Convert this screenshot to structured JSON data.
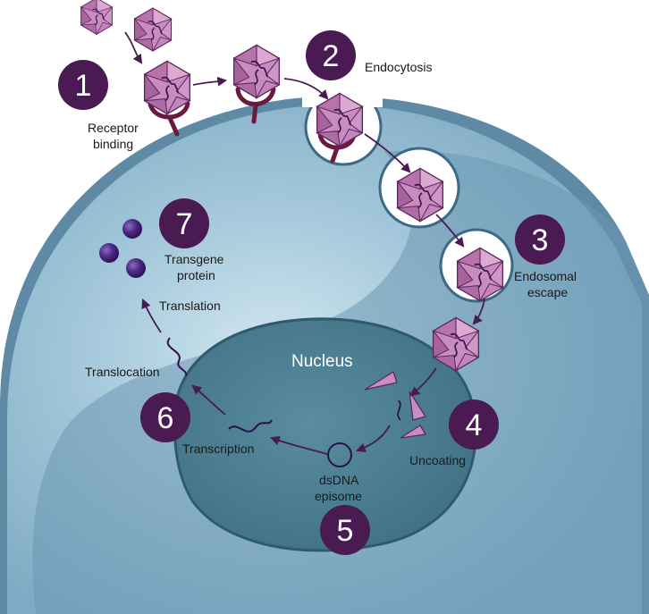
{
  "labels": {
    "receptor_binding_1": "Receptor",
    "receptor_binding_2": "binding",
    "endocytosis": "Endocytosis",
    "endosomal_escape_1": "Endosomal",
    "endosomal_escape_2": "escape",
    "uncoating": "Uncoating",
    "episome_1": "dsDNA",
    "episome_2": "episome",
    "transcription": "Transcription",
    "translocation": "Translocation",
    "translation": "Translation",
    "transgene_1": "Transgene",
    "transgene_2": "protein",
    "nucleus": "Nucleus"
  },
  "steps": {
    "s1": "1",
    "s2": "2",
    "s3": "3",
    "s4": "4",
    "s5": "5",
    "s6": "6",
    "s7": "7"
  },
  "colors": {
    "cell_membrane": "#4e7a97",
    "cytoplasm": "#9cc4d8",
    "nucleus": "#4a7b8e",
    "capsid": "#c07ab4",
    "badge": "#4a1a52",
    "arrow": "#4a1a52",
    "protein": "#3d1a6e"
  }
}
